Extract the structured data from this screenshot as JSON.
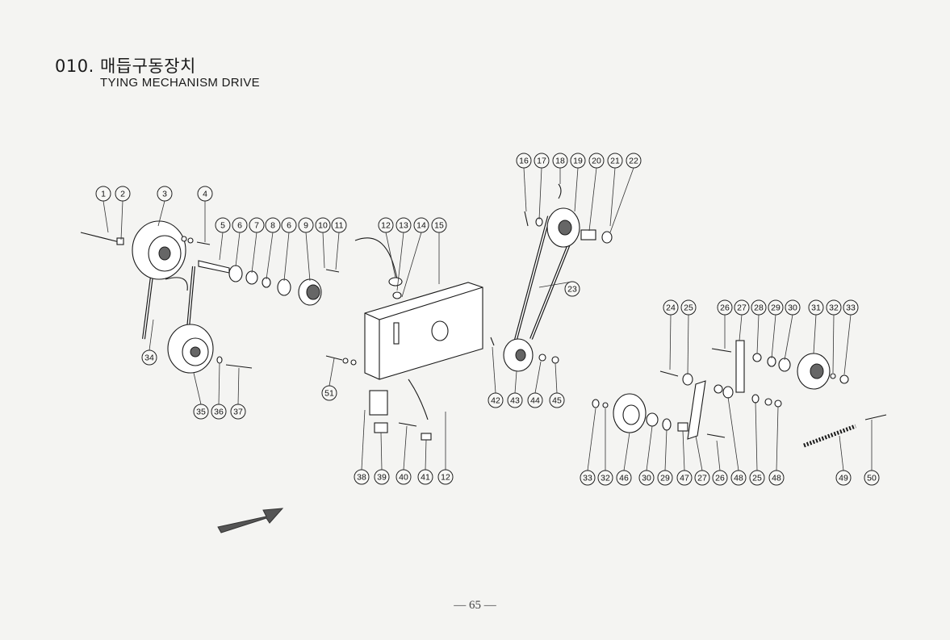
{
  "header": {
    "section_number": "010.",
    "title_korean": "매듭구동장치",
    "title_english": "TYING MECHANISM DRIVE"
  },
  "footer": {
    "page_number": "65"
  },
  "callouts": {
    "group_left": [
      "1",
      "2",
      "3",
      "4",
      "5",
      "6",
      "7",
      "8",
      "6",
      "9",
      "10",
      "11",
      "34",
      "35",
      "36",
      "37"
    ],
    "group_center": [
      "12",
      "13",
      "14",
      "15",
      "51",
      "38",
      "39",
      "40",
      "41",
      "12"
    ],
    "group_upper_right": [
      "16",
      "17",
      "18",
      "19",
      "20",
      "21",
      "22",
      "23",
      "42",
      "43",
      "44",
      "45"
    ],
    "group_right": [
      "24",
      "25",
      "26",
      "27",
      "28",
      "29",
      "30",
      "31",
      "32",
      "33",
      "33",
      "32",
      "46",
      "30",
      "29",
      "47",
      "27",
      "26",
      "48",
      "25",
      "48",
      "49",
      "50"
    ]
  }
}
